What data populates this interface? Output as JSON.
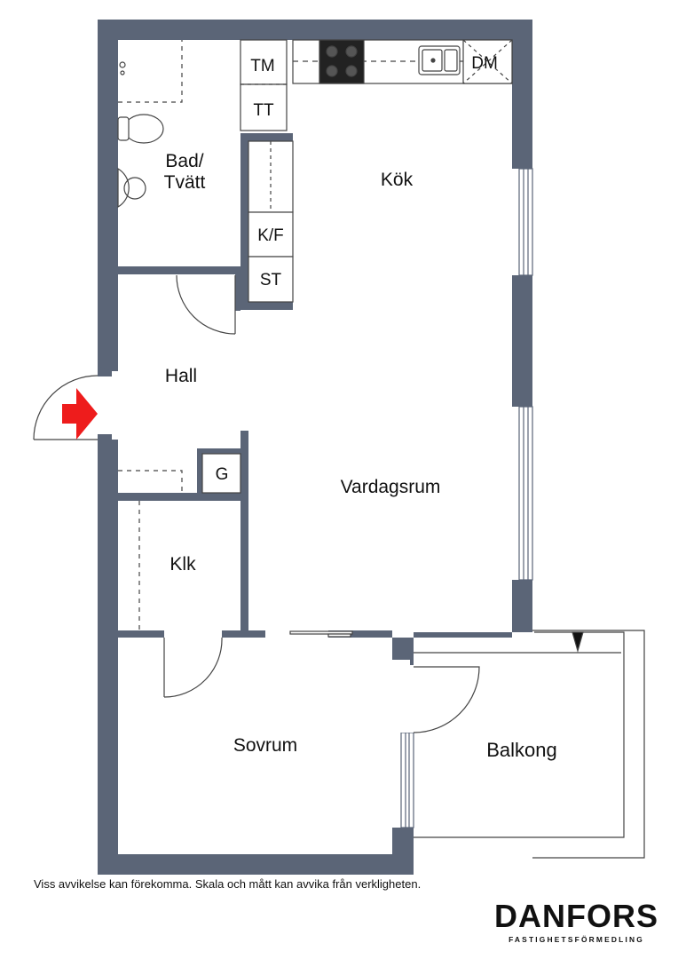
{
  "rooms": {
    "bathroom": "Bad/",
    "bathroom_line2": "Tvätt",
    "kitchen": "Kök",
    "hall": "Hall",
    "living": "Vardagsrum",
    "closet": "Klk",
    "bedroom": "Sovrum",
    "balcony": "Balkong"
  },
  "appliances": {
    "tm": "TM",
    "tt": "TT",
    "kf": "K/F",
    "st": "ST",
    "dm": "DM",
    "g": "G"
  },
  "colors": {
    "wall": "#5b6577",
    "entrance_arrow": "#ee1c1c"
  },
  "disclaimer": "Viss avvikelse kan förekomma. Skala och mått kan avvika från verkligheten.",
  "brand": {
    "name": "DANFORS",
    "tagline": "FASTIGHETSFÖRMEDLING"
  }
}
